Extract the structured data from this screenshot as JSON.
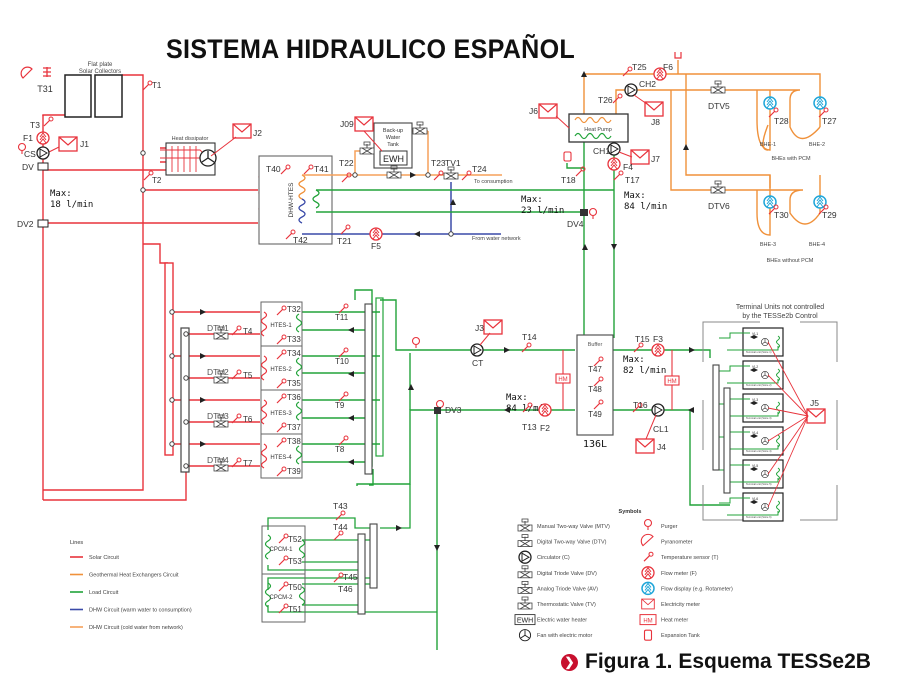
{
  "title": "SISTEMA HIDRAULICO ESPAÑOL",
  "caption": "Figura 1. Esquema TESSe2B",
  "colors": {
    "solar": "#e8333c",
    "geothermal": "#f0913a",
    "load": "#22a33a",
    "dhw_warm": "#3a4aa8",
    "dhw_cold": "#f5a05a",
    "sensor": "#e8333c",
    "flow_display": "#1fa6d9",
    "accent": "#c8102e"
  },
  "solar": {
    "collectors_label_1": "Flat plate",
    "collectors_label_2": "Solar Collectors",
    "heat_dissipator": "Heat dissipator",
    "max_label": "Max:",
    "max_value": "18 l/min",
    "labels": {
      "T31": "T31",
      "T1": "T1",
      "T3": "T3",
      "F1": "F1",
      "CS": "CS",
      "DV": "DV",
      "J1": "J1",
      "J2": "J2",
      "T2": "T2",
      "DV2": "DV2"
    }
  },
  "dhw": {
    "tank_label": "DHW-HTES",
    "backup_1": "Back-up",
    "backup_2": "Water",
    "backup_3": "Tank",
    "ewh": "EWH",
    "to_consumption": "To consumption",
    "from_network": "From water network",
    "max_label": "Max:",
    "max_value": "23 l/min",
    "labels": {
      "T40": "T40",
      "T41": "T41",
      "T42": "T42",
      "J09": "J09",
      "T22": "T22",
      "T23": "T23",
      "TV1": "TV1",
      "T24": "T24",
      "T21": "T21",
      "F5": "F5",
      "DV4": "DV4",
      "T18": "T18"
    }
  },
  "heat_pump": {
    "label": "Heat Pump",
    "max_label": "Max:",
    "max_value": "84 l/min",
    "labels": {
      "T25": "T25",
      "F6": "F6",
      "CH2": "CH2",
      "T26": "T26",
      "J6": "J6",
      "J8": "J8",
      "CH1": "CH1",
      "F4": "F4",
      "J7": "J7",
      "T17": "T17"
    }
  },
  "bhe": {
    "with_pcm": "BHEs with PCM",
    "without_pcm": "BHEs without PCM",
    "labels": {
      "DTV5": "DTV5",
      "DTV6": "DTV6",
      "T28": "T28",
      "T27": "T27",
      "T30": "T30",
      "T29": "T29",
      "BHE1": "BHE-1",
      "BHE2": "BHE-2",
      "BHE3": "BHE-3",
      "BHE4": "BHE-4"
    }
  },
  "htes": [
    {
      "name": "HTES-1",
      "top": "T32",
      "bot": "T33",
      "dtv": "DTV1",
      "t": "T4",
      "load": "T11"
    },
    {
      "name": "HTES-2",
      "top": "T34",
      "bot": "T35",
      "dtv": "DTV2",
      "t": "T5",
      "load": "T10"
    },
    {
      "name": "HTES-3",
      "top": "T36",
      "bot": "T37",
      "dtv": "DTV3",
      "t": "T6",
      "load": "T9"
    },
    {
      "name": "HTES-4",
      "top": "T38",
      "bot": "T39",
      "dtv": "DTV4",
      "t": "T7",
      "load": "T8"
    }
  ],
  "load": {
    "buffer_label": "Buffer",
    "buffer_volume": "136L",
    "hm": "HM",
    "max_supply_label": "Max:",
    "max_supply_value": "82 l/min",
    "max_return_label": "Max:",
    "max_return_value": "84 l/min",
    "labels": {
      "J3": "J3",
      "CT": "CT",
      "T14": "T14",
      "T47": "T47",
      "T48": "T48",
      "T49": "T49",
      "T15": "T15",
      "F3": "F3",
      "T16": "T16",
      "CL1": "CL1",
      "J4": "J4",
      "T13": "T13",
      "F2": "F2",
      "DV3": "DV3"
    }
  },
  "cpcm": {
    "units": [
      {
        "name": "CPCM-1",
        "top": "T52",
        "bot": "T53"
      },
      {
        "name": "CPCM-2",
        "top": "T50",
        "bot": "T51"
      }
    ],
    "labels": {
      "T43": "T43",
      "T44": "T44",
      "T45": "T45",
      "T46": "T46"
    }
  },
  "terminal": {
    "title_1": "Terminal Units not controlled",
    "title_2": "by the TESSe2b Control",
    "j5": "J5",
    "units": [
      {
        "valve": "VL1",
        "label": "Terminal unit (Store 1)"
      },
      {
        "valve": "VL2",
        "label": "Terminal unit (Store 2)"
      },
      {
        "valve": "VL3",
        "label": "Terminal unit (Store 3)"
      },
      {
        "valve": "VL4",
        "label": "Terminal unit (Store 4)"
      },
      {
        "valve": "VL5",
        "label": "Terminal unit (Store 5)"
      },
      {
        "valve": "VL6",
        "label": "Terminal unit (Store 6)"
      }
    ]
  },
  "lines_legend": {
    "title": "Lines",
    "items": [
      {
        "label": "Solar Circuit",
        "color": "#e8333c"
      },
      {
        "label": "Geothermal Heat Exchangers Circuit",
        "color": "#f0913a"
      },
      {
        "label": "Load Circuit",
        "color": "#22a33a"
      },
      {
        "label": "DHW Circuit (warm water to consumption)",
        "color": "#3a4aa8"
      },
      {
        "label": "DHW Circuit (cold water from network)",
        "color": "#f5a05a"
      }
    ]
  },
  "symbols_legend": {
    "title": "Symbols",
    "left": [
      {
        "icon": "manual-two-way-valve",
        "label": "Manual Two-way Valve (MTV)"
      },
      {
        "icon": "digital-two-way-valve",
        "label": "Digital Two-way Valve (DTV)"
      },
      {
        "icon": "circulator",
        "label": "Circulator (C)"
      },
      {
        "icon": "digital-triode-valve",
        "label": "Digital Triode Valve (DV)"
      },
      {
        "icon": "analog-triode-valve",
        "label": "Analog Triode Valve (AV)"
      },
      {
        "icon": "thermostatic-valve",
        "label": "Thermostatic Valve (TV)"
      },
      {
        "icon": "ewh",
        "label": "Electric water heater"
      },
      {
        "icon": "fan",
        "label": "Fan with electric motor"
      }
    ],
    "right": [
      {
        "icon": "purger",
        "label": "Purger"
      },
      {
        "icon": "pyranometer",
        "label": "Pyranometer"
      },
      {
        "icon": "temperature-sensor",
        "label": "Temperature sensor (T)"
      },
      {
        "icon": "flow-meter",
        "label": "Flow meter (F)"
      },
      {
        "icon": "flow-display",
        "label": "Flow display (e.g. Rotameter)"
      },
      {
        "icon": "electricity-meter",
        "label": "Electricity meter"
      },
      {
        "icon": "heat-meter",
        "label": "Heat meter"
      },
      {
        "icon": "expansion-tank",
        "label": "Expansion Tank"
      }
    ],
    "ewh_text": "EWH",
    "hm_text": "HM"
  }
}
